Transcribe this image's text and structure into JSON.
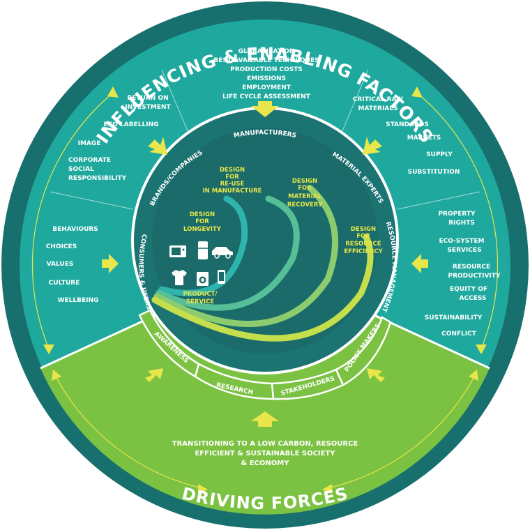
{
  "outer_top_title": "INFLUENCING & ENABLING FACTORS",
  "outer_bottom_title": "DRIVING FORCES",
  "top_center_items": [
    "GLOBALISATION",
    "BEST AVAILABLE TECHNIQUES",
    "PRODUCTION COSTS",
    "EMISSIONS",
    "EMPLOYMENT",
    "LIFE CYCLE ASSESSMENT"
  ],
  "upper_left_items": [
    "RETURN ON",
    "INVESTMENT",
    "ECO LABELLING",
    "IMAGE",
    "CORPORATE",
    "SOCIAL",
    "RESPONSIBILITY"
  ],
  "upper_right_items": [
    "CRITICAL RAW",
    "MATERIALS",
    "STANDARDS",
    "MARKETS",
    "SUPPLY",
    "SUBSTITUTION"
  ],
  "left_items": [
    "BEHAVIOURS",
    "CHOICES",
    "VALUES",
    "CULTURE",
    "WELLBEING"
  ],
  "right_items": [
    "PROPERTY",
    "RIGHTS",
    "ECO-SYSTEM",
    "SERVICES",
    "RESOURCE",
    "PRODUCTIVITY",
    "EQUITY OF",
    "ACCESS",
    "SUSTAINABILITY",
    "CONFLICT"
  ],
  "driving_text": [
    "TRANSITIONING TO A LOW CARBON, RESOURCE",
    "EFFICIENT & SUSTAINABLE SOCIETY",
    "& ECONOMY"
  ],
  "ring_labels": {
    "manufacturers": "MANUFACTURERS",
    "brands": "BRANDS/COMPANIES",
    "material_experts": "MATERIAL EXPERTS",
    "consumers": "CONSUMERS & USERS",
    "resource_management": "RESOURCE MANAGEMENT"
  },
  "band_labels": {
    "awareness": "AWARENESS",
    "research": "RESEARCH",
    "stakeholders": "STAKEHOLDERS",
    "policy_makers": "POLICY MAKERS"
  },
  "design_labels": {
    "reuse": [
      "DESIGN",
      "FOR",
      "RE-USE",
      "IN MANUFACTURE"
    ],
    "material": [
      "DESIGN",
      "FOR",
      "MATERIAL",
      "RECOVERY"
    ],
    "longevity": [
      "DESIGN",
      "FOR",
      "LONGEVITY"
    ],
    "resource": [
      "DESIGN",
      "FOR",
      "RESOURCE",
      "EFFICIENCY"
    ],
    "product": [
      "PRODUCT/",
      "SERVICE"
    ]
  },
  "product_icons": [
    "microwave-icon",
    "fridge-icon",
    "car-icon",
    "tshirt-icon",
    "washing-machine-icon",
    "phone-icon"
  ],
  "colors": {
    "outer_ring": "#17706e",
    "teal": "#1fa99e",
    "green": "#7cc242",
    "inner": "#1b7472",
    "yellow": "#e8e64a",
    "divider": "#ffffff"
  }
}
